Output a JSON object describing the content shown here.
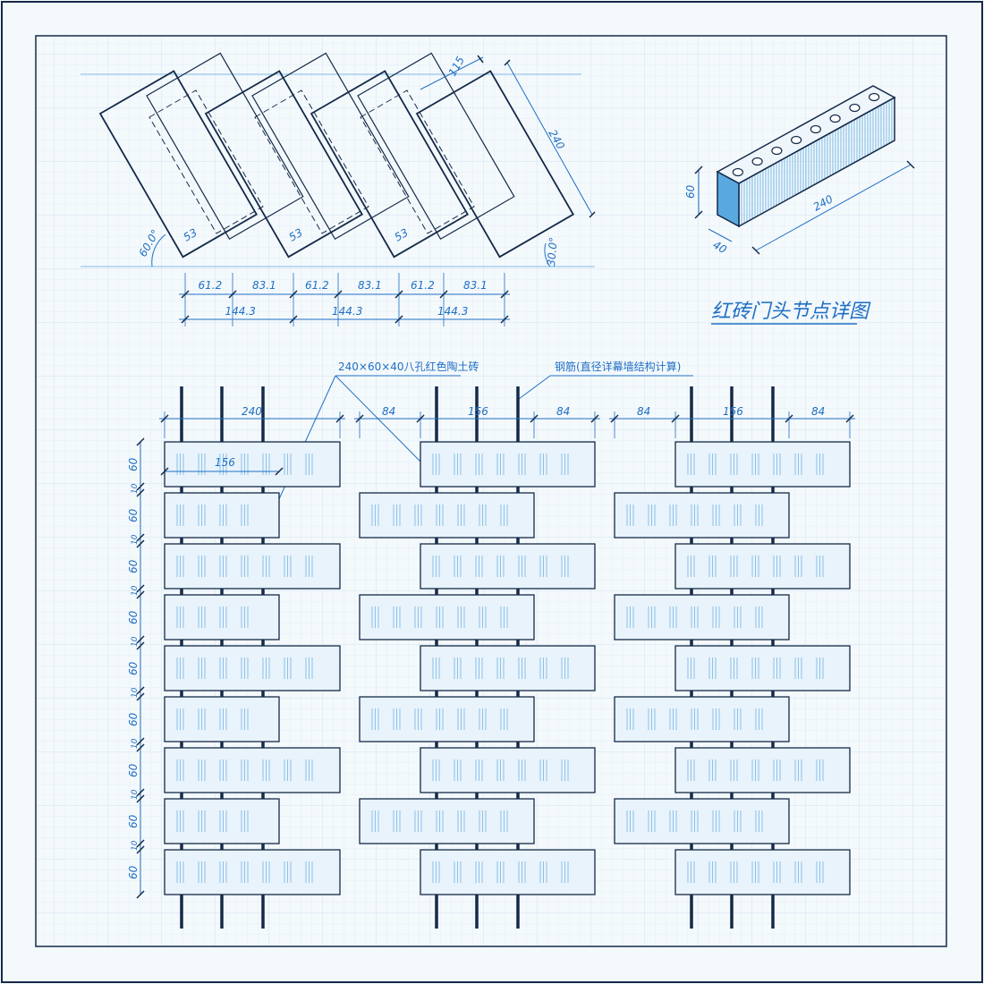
{
  "title": "红砖门头节点详图",
  "callouts": {
    "brick_spec": "240×60×40八孔红色陶土砖",
    "rebar": "钢筋(直径详幕墙结构计算)"
  },
  "top_plan": {
    "len_240": "240",
    "len_115": "115",
    "len_53": "53",
    "angle_60": "60.0°",
    "angle_30": "30.0°",
    "seg_a": "61.2",
    "seg_b": "83.1",
    "seg_total": "144.3"
  },
  "iso_brick": {
    "height": "60",
    "width": "40",
    "length": "240",
    "holes": 8
  },
  "elevation": {
    "col1_width": "240",
    "inner_156": "156",
    "side_84": "84",
    "inner_156_b": "156",
    "course_height": "60",
    "joint": "10",
    "courses": 9
  },
  "colors": {
    "line": "#142a48",
    "blue": "#1f6fc4",
    "fill": "#e9f3fb",
    "hatch": "#7fbde8",
    "grid": "#dbe9f4"
  }
}
